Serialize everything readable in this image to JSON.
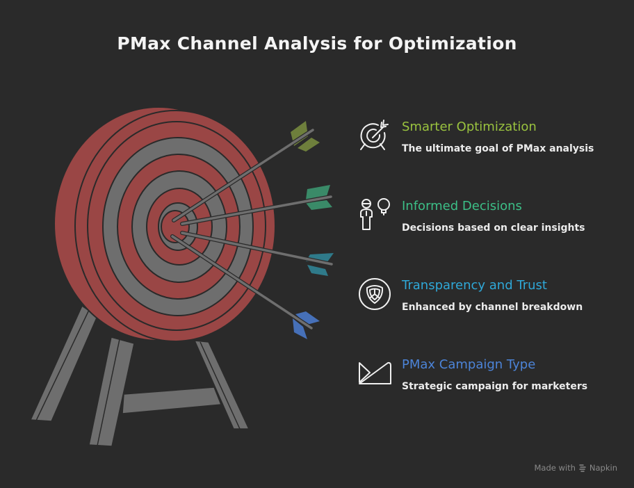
{
  "title": "PMax Channel Analysis for Optimization",
  "items": [
    {
      "heading": "Smarter Optimization",
      "description": "The ultimate goal of PMax analysis",
      "icon": "target-arrow-icon",
      "color": "#9ac33f",
      "arrow_fletching_color": "#6e7f3c"
    },
    {
      "heading": "Informed Decisions",
      "description": "Decisions based on clear insights",
      "icon": "person-lightbulb-icon",
      "color": "#3cbf87",
      "arrow_fletching_color": "#3a8a68"
    },
    {
      "heading": "Transparency and Trust",
      "description": "Enhanced by channel breakdown",
      "icon": "shield-circle-icon",
      "color": "#2fa8d8",
      "arrow_fletching_color": "#2f7a8a"
    },
    {
      "heading": "PMax Campaign Type",
      "description": "Strategic campaign for marketers",
      "icon": "envelope-triangle-icon",
      "color": "#4c84d8",
      "arrow_fletching_color": "#4670b8"
    }
  ],
  "illustration": {
    "target_ring_colors": [
      "#9a4645",
      "#6e6e6e"
    ],
    "stand_color": "#6e6e6e"
  },
  "footer": {
    "made_with": "Made with",
    "brand": "Napkin"
  }
}
